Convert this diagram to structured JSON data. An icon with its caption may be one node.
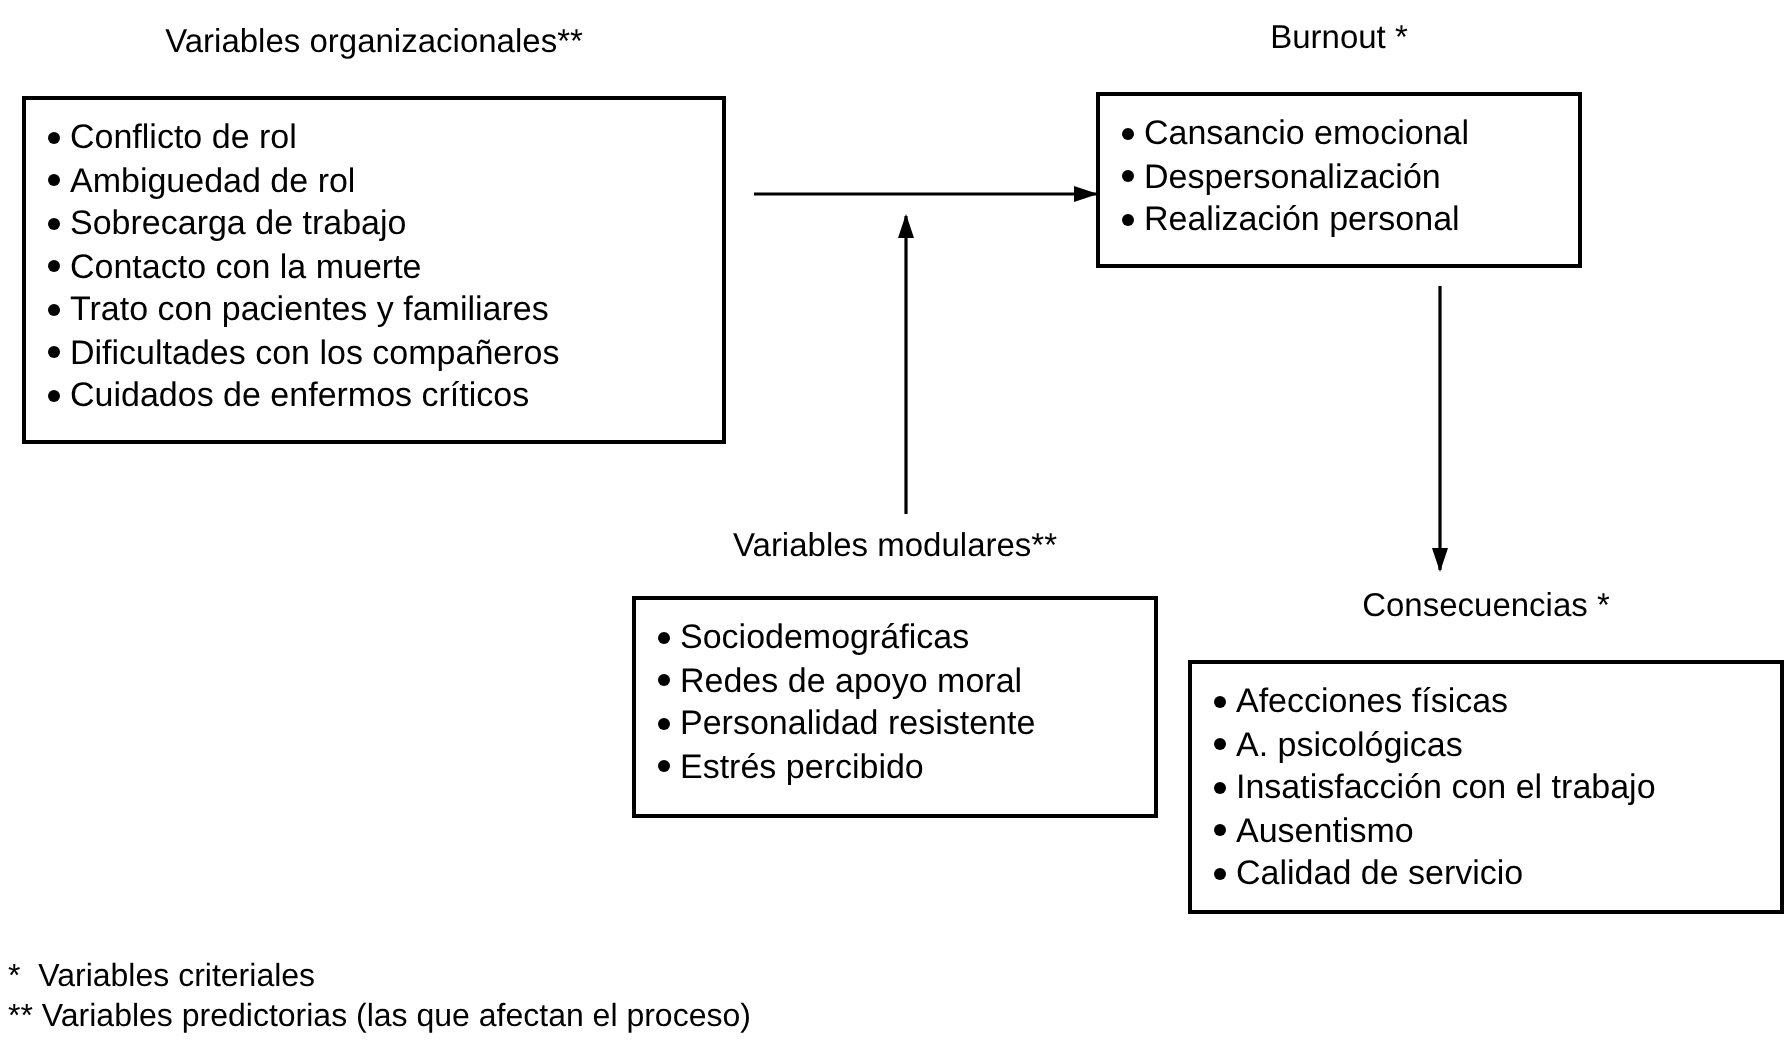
{
  "diagram": {
    "nodes": [
      {
        "text": [
          "Variables organizacionales**",
          "Conflicto de rol",
          "Ambiguedad de rol",
          "Sobrecarga de trabajo",
          "Contacto con la muerte",
          "Trato con pacientes y familiares",
          "Dificultades con los compañeros",
          "Cuidados de enfermos críticos"
        ]
      },
      {
        "text": [
          "Burnout *",
          "Cansancio emocional",
          "Despersonalización",
          "Realización personal"
        ]
      },
      {
        "text": [
          "Variables modulares**",
          "Sociodemográficas",
          "Redes de apoyo moral",
          "Personalidad resistente",
          "Estrés percibido"
        ]
      },
      {
        "text": [
          "Consecuencias *",
          "Afecciones físicas",
          "A. psicológicas",
          "Insatisfacción con el trabajo",
          "Ausentismo",
          "Calidad de servicio"
        ]
      }
    ],
    "edges": [
      {
        "from": 0,
        "to": 1,
        "arrow": "to"
      },
      {
        "from": 2,
        "to": null,
        "arrow": "to"
      },
      {
        "from": 1,
        "to": 3,
        "arrow": "to"
      }
    ],
    "labels": [
      "*  Variables criteriales",
      "** Variables predictorias (las que afectan el proceso)"
    ]
  }
}
